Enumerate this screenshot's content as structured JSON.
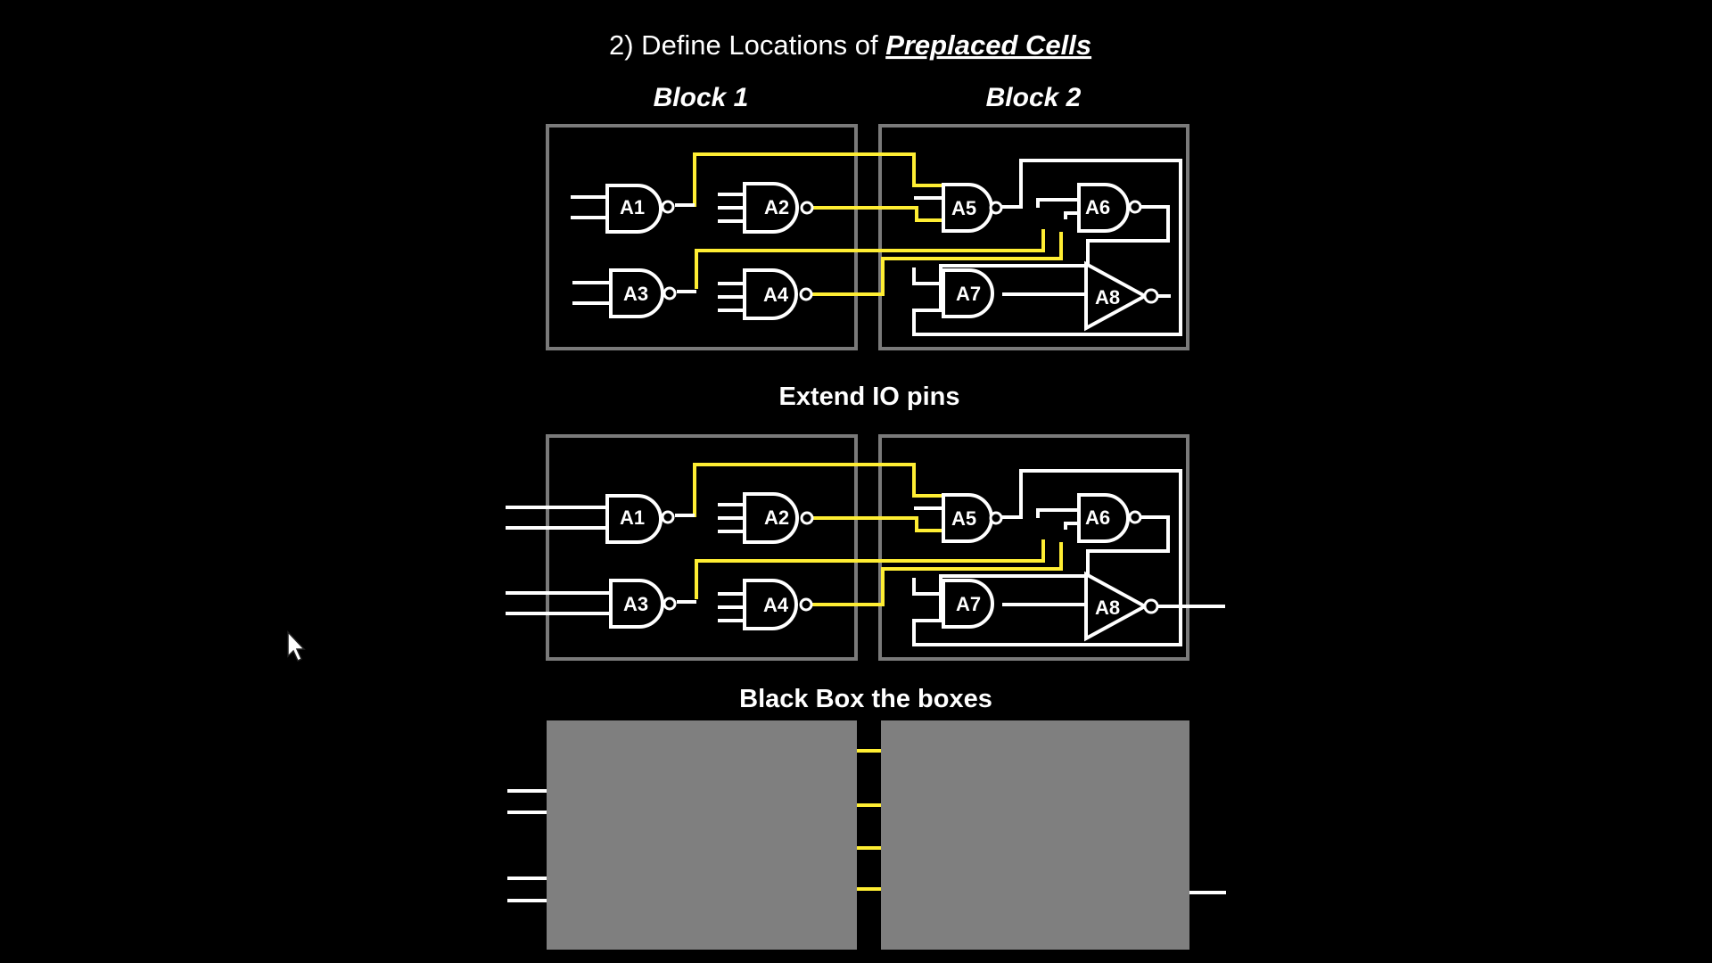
{
  "slide": {
    "title_prefix": "2) Define Locations of ",
    "title_emphasis": "Preplaced Cells",
    "block_labels": [
      "Block 1",
      "Block 2"
    ],
    "section_extend": "Extend IO pins",
    "section_blackbox": "Black Box the boxes"
  },
  "gates": {
    "A1": "A1",
    "A2": "A2",
    "A3": "A3",
    "A4": "A4",
    "A5": "A5",
    "A6": "A6",
    "A7": "A7",
    "A8": "A8"
  },
  "colors": {
    "background": "#000000",
    "wire": "#ffffff",
    "highlight_wire": "#ffee33",
    "block_border": "#7a7a7a",
    "black_box_fill": "#7f7f7f"
  },
  "icons": [
    "mouse-cursor-icon"
  ]
}
